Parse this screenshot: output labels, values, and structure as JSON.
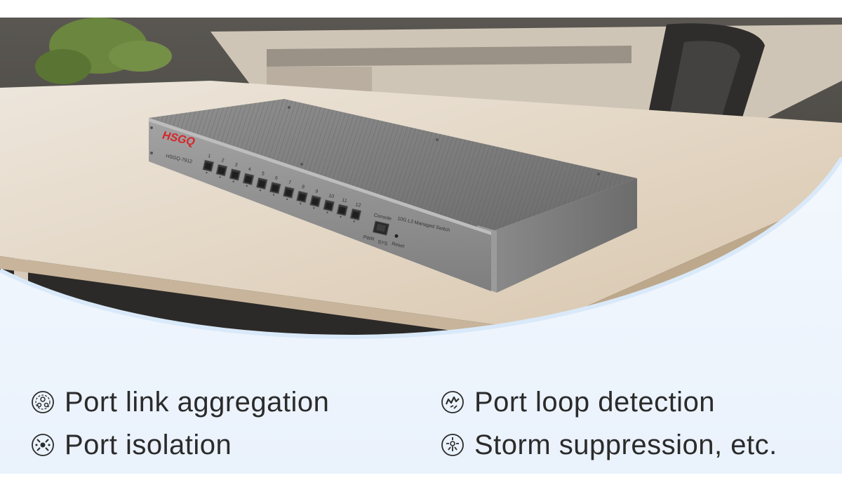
{
  "product": {
    "brand": "HSGQ",
    "model": "HSGQ-7912",
    "description": "10G L3 Managed Switch",
    "console_label": "Console",
    "reset_label": "Reset",
    "pwr_label": "PWR",
    "sys_label": "SYS",
    "port_numbers": [
      "1",
      "2",
      "3",
      "4",
      "5",
      "6",
      "7",
      "8",
      "9",
      "10",
      "11",
      "12"
    ],
    "brand_color": "#d6262b"
  },
  "features": [
    {
      "label": "Port link aggregation",
      "icon": "link-aggregation-icon"
    },
    {
      "label": "Port loop detection",
      "icon": "loop-detection-icon"
    },
    {
      "label": "Port isolation",
      "icon": "isolation-icon"
    },
    {
      "label": "Storm suppression, etc.",
      "icon": "storm-suppression-icon"
    }
  ],
  "colors": {
    "background": "#ffffff",
    "banner_bottom": "#eaf2fc",
    "curve_accent": "#d9e9f9",
    "text": "#2b2b2b"
  }
}
